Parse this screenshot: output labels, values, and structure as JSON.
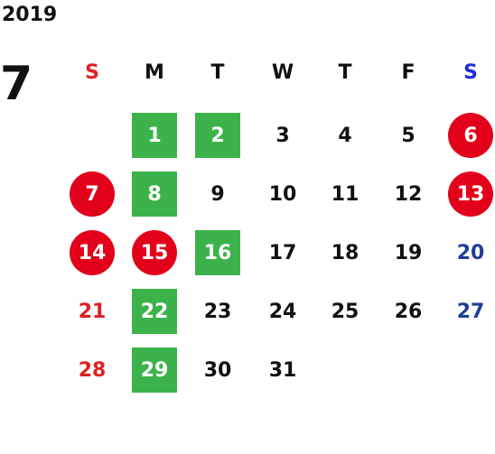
{
  "calendar": {
    "year": "2019",
    "month": "7",
    "weekdays": [
      "S",
      "M",
      "T",
      "W",
      "T",
      "F",
      "S"
    ],
    "colors": {
      "sunday_header": "#e02020",
      "saturday_header": "#1c2fd6",
      "sunday_text": "#e02020",
      "saturday_text": "#1f3e96",
      "holiday_circle": "#e3001b",
      "highlight_square": "#3cb34a",
      "text": "#111111"
    },
    "weeks": [
      [
        null,
        {
          "d": "1",
          "style": "green"
        },
        {
          "d": "2",
          "style": "green"
        },
        {
          "d": "3",
          "style": "plain"
        },
        {
          "d": "4",
          "style": "plain"
        },
        {
          "d": "5",
          "style": "plain"
        },
        {
          "d": "6",
          "style": "red"
        }
      ],
      [
        {
          "d": "7",
          "style": "red"
        },
        {
          "d": "8",
          "style": "green"
        },
        {
          "d": "9",
          "style": "plain"
        },
        {
          "d": "10",
          "style": "plain"
        },
        {
          "d": "11",
          "style": "plain"
        },
        {
          "d": "12",
          "style": "plain"
        },
        {
          "d": "13",
          "style": "red"
        }
      ],
      [
        {
          "d": "14",
          "style": "red"
        },
        {
          "d": "15",
          "style": "red"
        },
        {
          "d": "16",
          "style": "green"
        },
        {
          "d": "17",
          "style": "plain"
        },
        {
          "d": "18",
          "style": "plain"
        },
        {
          "d": "19",
          "style": "plain"
        },
        {
          "d": "20",
          "style": "sat"
        }
      ],
      [
        {
          "d": "21",
          "style": "sun"
        },
        {
          "d": "22",
          "style": "green"
        },
        {
          "d": "23",
          "style": "plain"
        },
        {
          "d": "24",
          "style": "plain"
        },
        {
          "d": "25",
          "style": "plain"
        },
        {
          "d": "26",
          "style": "plain"
        },
        {
          "d": "27",
          "style": "sat"
        }
      ],
      [
        {
          "d": "28",
          "style": "sun"
        },
        {
          "d": "29",
          "style": "green"
        },
        {
          "d": "30",
          "style": "plain"
        },
        {
          "d": "31",
          "style": "plain"
        },
        null,
        null,
        null
      ]
    ]
  }
}
